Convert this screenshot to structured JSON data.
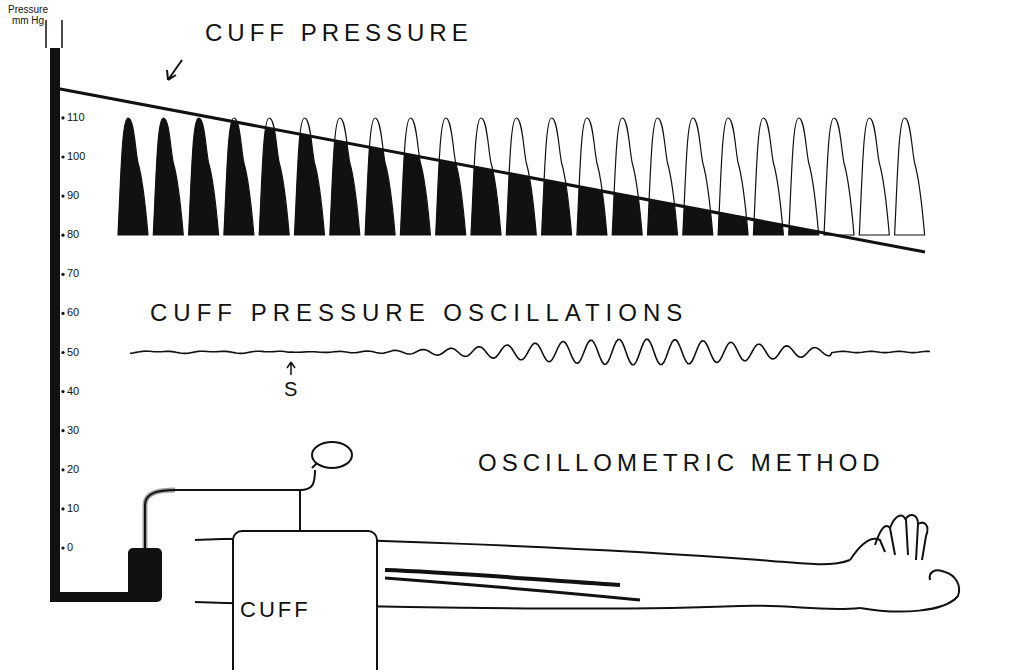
{
  "diagram": {
    "nodes": [
      {
        "text": [
          "CUFF"
        ]
      }
    ],
    "labels": [
      "Pressure mm Hg",
      "CUFF PRESSURE",
      "110",
      "100",
      "90",
      "80",
      "70",
      "60",
      "50",
      "40",
      "30",
      "20",
      "10",
      "0",
      "CUFF PRESSURE OSCILLATIONS",
      "S",
      "OSCILLOMETRIC METHOD"
    ]
  }
}
